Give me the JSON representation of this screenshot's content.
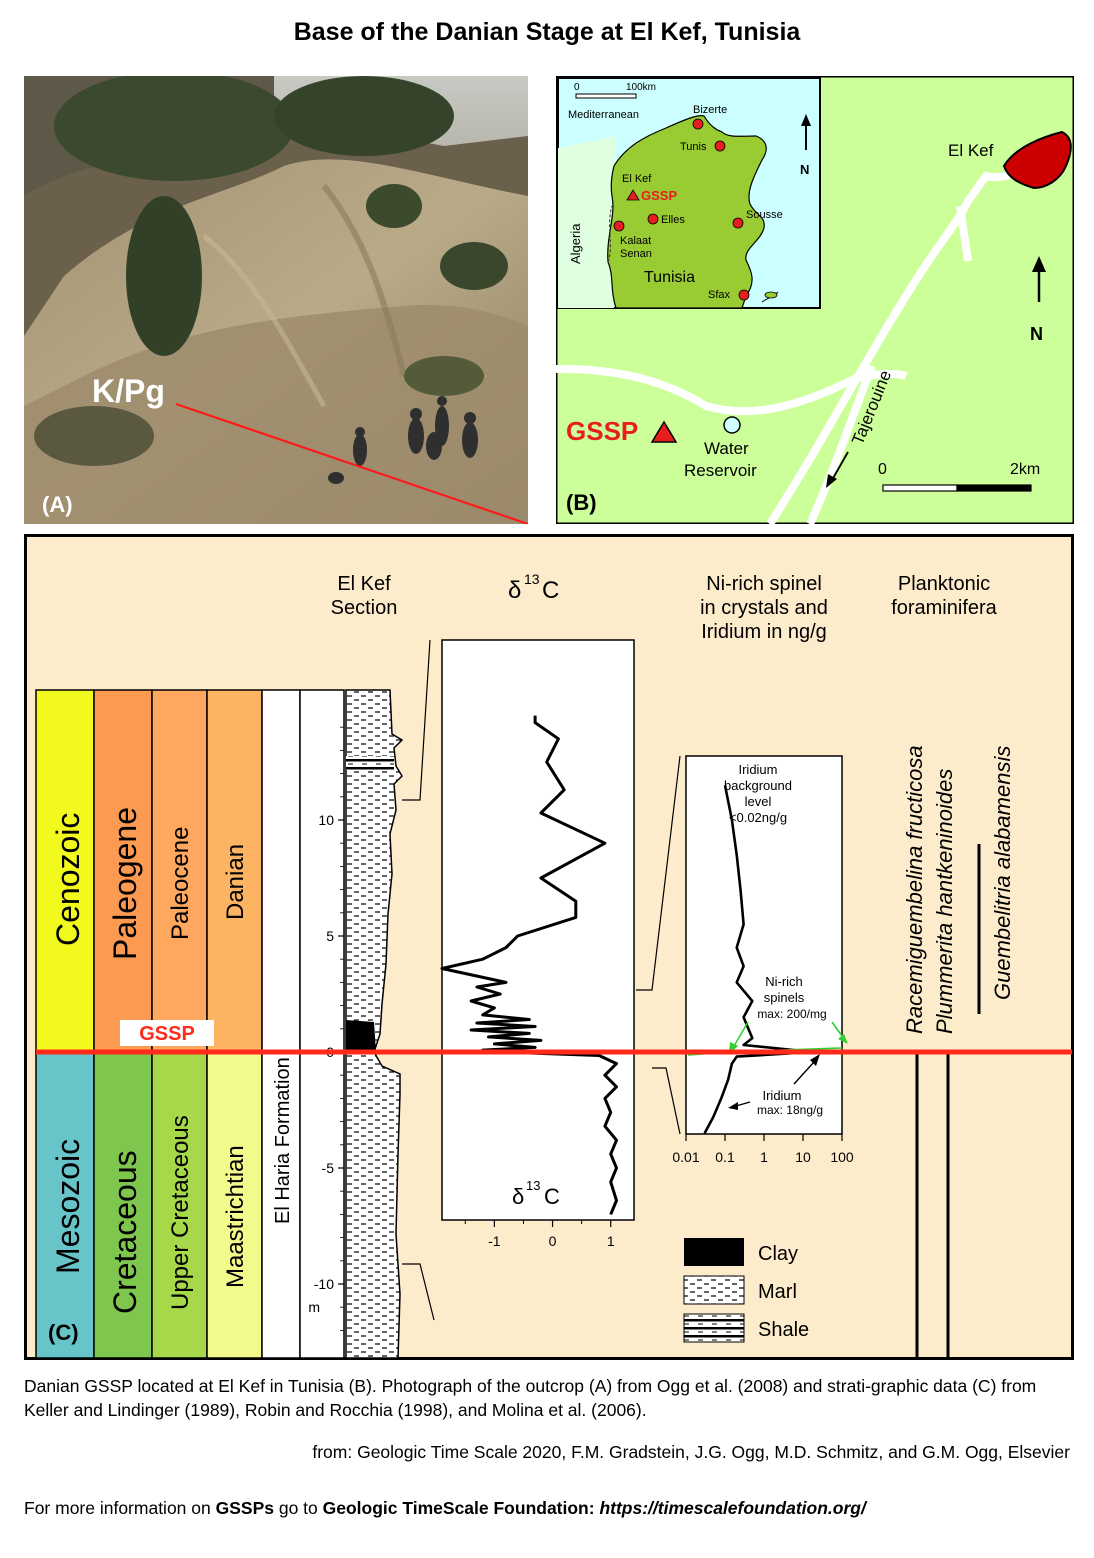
{
  "title": "Base of the Danian Stage at El Kef, Tunisia",
  "photo": {
    "panel_label": "(A)",
    "boundary_label": "K/Pg"
  },
  "map": {
    "panel_label": "(B)",
    "inset": {
      "scale_zero": "0",
      "scale_end": "100km",
      "sea_label": "Mediterranean",
      "north_label": "N",
      "country_label": "Tunisia",
      "neighbor_label": "Algeria",
      "gssp_label": "GSSP",
      "cities": [
        "Bizerte",
        "Tunis",
        "El Kef",
        "Elles",
        "Sousse",
        "Kalaat",
        "Senan",
        "Sfax"
      ]
    },
    "town_label": "El Kef",
    "north_label": "N",
    "gssp_label": "GSSP",
    "reservoir_label_1": "Water",
    "reservoir_label_2": "Reservoir",
    "road_label": "Tajerouine",
    "scale_zero": "0",
    "scale_end": "2km",
    "colors": {
      "land": "#ccff99",
      "sea": "#ccffff",
      "algeria": "#e0ffe0",
      "town": "#cc0000",
      "gssp": "#e61e1e"
    }
  },
  "strat": {
    "panel_label": "(C)",
    "section_title_1": "El Kef",
    "section_title_2": "Section",
    "d13c_title": "δ13C",
    "d13c_delta": "δ",
    "d13c_sup": "13",
    "d13c_c": "C",
    "ni_title_1": "Ni-rich spinel",
    "ni_title_2": "in crystals and",
    "ni_title_3": "Iridium in ng/g",
    "forams_title_1": "Planktonic",
    "forams_title_2": "foraminifera",
    "eras": [
      "Cenozoic",
      "Mesozoic"
    ],
    "periods": [
      "Paleogene",
      "Cretaceous"
    ],
    "epochs": [
      "Paleocene",
      "Upper Cretaceous"
    ],
    "stages": [
      "Danian",
      "Maastrichtian"
    ],
    "formation": "El Haria Formation",
    "gssp_label": "GSSP",
    "depth_ticks": [
      "10",
      "5",
      "0",
      "-5",
      "-10"
    ],
    "depth_unit": "m",
    "d13c_ticks": [
      "-1",
      "0",
      "1"
    ],
    "ni_ticks": [
      "0.01",
      "0.1",
      "1",
      "10",
      "100"
    ],
    "iridium_bg_1": "Iridium",
    "iridium_bg_2": "background",
    "iridium_bg_3": "level",
    "iridium_bg_4": "<0.02ng/g",
    "spinel_note_1": "Ni-rich",
    "spinel_note_2": "spinels",
    "spinel_note_3": "max: 200/mg",
    "iridium_note_1": "Iridium",
    "iridium_note_2": "max: 18ng/g",
    "species": [
      "Racemiguembelina fructicosa",
      "Plummerita hantkeninoides",
      "Guembelitria alabamensis"
    ],
    "legend": [
      "Clay",
      "Marl",
      "Shale"
    ],
    "colors": {
      "background": "#fdeccb",
      "cenozoic": "#f2f91d",
      "mesozoic": "#67c5ca",
      "paleogene": "#fd9a52",
      "cretaceous": "#7fc64e",
      "paleocene": "#fda75f",
      "upper_cretaceous": "#a6d84a",
      "danian": "#fdb462",
      "maastrichtian": "#f2fa8c",
      "boundary": "#ff2a1a"
    }
  },
  "chart_data": [
    {
      "type": "line",
      "title": "δ13C",
      "xlabel": "δ13C",
      "ylabel": "m",
      "xlim": [
        -1.9,
        1.4
      ],
      "ylim": [
        -12,
        14
      ],
      "series": [
        {
          "values_xy": [
            [
              1.0,
              -7.0
            ],
            [
              1.1,
              -6.4
            ],
            [
              1.0,
              -5.6
            ],
            [
              1.1,
              -5.0
            ],
            [
              1.0,
              -4.4
            ],
            [
              1.1,
              -3.8
            ],
            [
              0.9,
              -3.2
            ],
            [
              1.0,
              -2.6
            ],
            [
              0.9,
              -2.0
            ],
            [
              1.1,
              -1.5
            ],
            [
              0.9,
              -1.0
            ],
            [
              1.1,
              -0.5
            ],
            [
              0.8,
              -0.15
            ],
            [
              -0.9,
              0.0
            ],
            [
              -1.2,
              0.08
            ],
            [
              -0.3,
              0.2
            ],
            [
              -1.0,
              0.35
            ],
            [
              -0.2,
              0.5
            ],
            [
              -1.1,
              0.65
            ],
            [
              -0.4,
              0.8
            ],
            [
              -1.4,
              0.95
            ],
            [
              -0.3,
              1.1
            ],
            [
              -1.3,
              1.25
            ],
            [
              -0.4,
              1.4
            ],
            [
              -1.2,
              1.6
            ],
            [
              -1.0,
              1.9
            ],
            [
              -1.4,
              2.2
            ],
            [
              -0.9,
              2.5
            ],
            [
              -1.3,
              2.8
            ],
            [
              -0.8,
              3.0
            ],
            [
              -1.9,
              3.6
            ],
            [
              -1.2,
              4.0
            ],
            [
              -0.8,
              4.5
            ],
            [
              -0.6,
              5.0
            ],
            [
              0.4,
              5.8
            ],
            [
              0.4,
              6.5
            ],
            [
              -0.2,
              7.5
            ],
            [
              0.9,
              9.0
            ],
            [
              -0.2,
              10.3
            ],
            [
              0.2,
              11.3
            ],
            [
              -0.1,
              12.5
            ],
            [
              0.1,
              13.5
            ],
            [
              -0.3,
              14.2
            ],
            [
              -0.3,
              14.5
            ]
          ]
        }
      ]
    },
    {
      "type": "line",
      "title": "Ni-rich spinel in crystals and Iridium in ng/g",
      "x_scale": "log",
      "xlim": [
        0.01,
        100
      ],
      "ylim": [
        -4,
        12
      ],
      "series": [
        {
          "name": "Iridium",
          "values_xy": [
            [
              0.03,
              -3.5
            ],
            [
              0.05,
              -2.8
            ],
            [
              0.08,
              -2.0
            ],
            [
              0.12,
              -1.2
            ],
            [
              0.15,
              -0.5
            ],
            [
              0.2,
              -0.2
            ],
            [
              18,
              0.0
            ],
            [
              0.3,
              0.3
            ],
            [
              0.5,
              0.6
            ],
            [
              0.3,
              1.5
            ],
            [
              0.5,
              2.2
            ],
            [
              0.2,
              3.0
            ],
            [
              0.3,
              3.7
            ],
            [
              0.2,
              4.5
            ],
            [
              0.3,
              5.5
            ],
            [
              0.25,
              7.0
            ],
            [
              0.2,
              8.5
            ],
            [
              0.15,
              10.0
            ],
            [
              0.1,
              11.5
            ]
          ]
        }
      ]
    }
  ]
}
